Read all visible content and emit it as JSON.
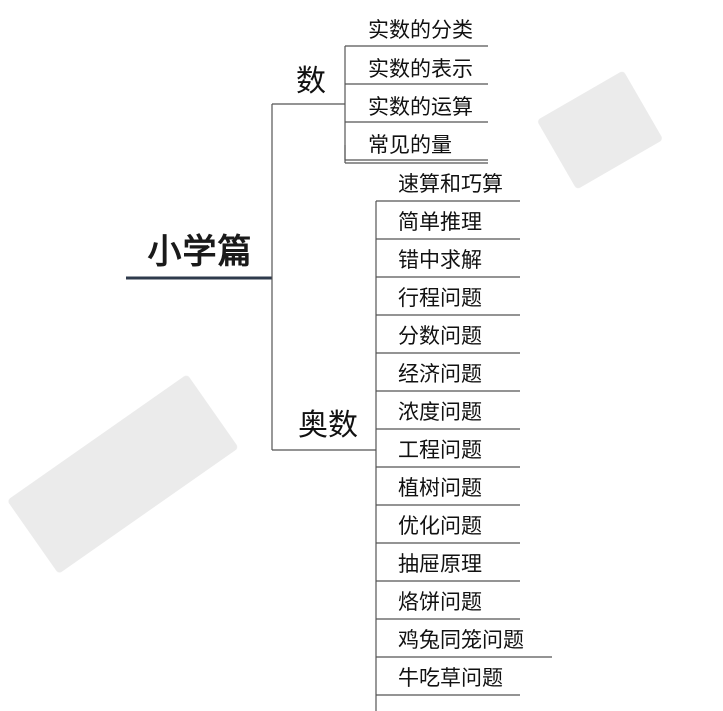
{
  "root": {
    "label": "小学篇"
  },
  "branches": [
    {
      "label": "数",
      "items": [
        "实数的分类",
        "实数的表示",
        "实数的运算",
        "常见的量"
      ]
    },
    {
      "label": "奥数",
      "items": [
        "速算和巧算",
        "简单推理",
        "错中求解",
        "行程问题",
        "分数问题",
        "经济问题",
        "浓度问题",
        "工程问题",
        "植树问题",
        "优化问题",
        "抽屉原理",
        "烙饼问题",
        "鸡兔同笼问题",
        "牛吃草问题"
      ]
    }
  ],
  "colors": {
    "root_underline": "#2f3b4c",
    "connector": "#555555",
    "watermark": "#e6e6e6"
  }
}
